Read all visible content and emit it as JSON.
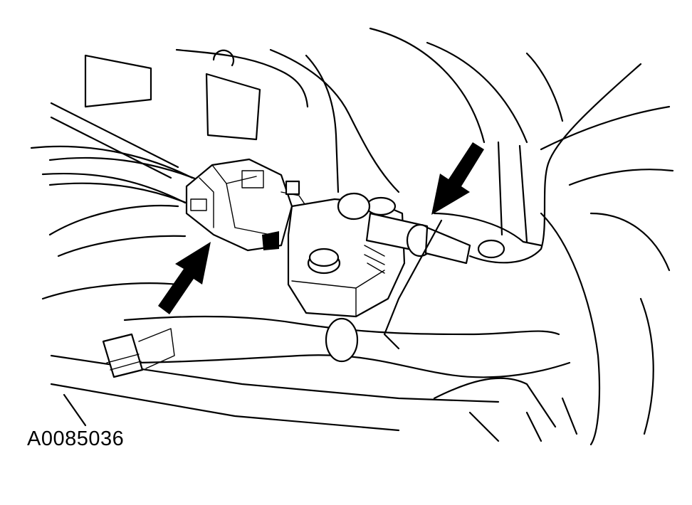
{
  "figure": {
    "reference_id": "A0085036",
    "colors": {
      "line": "#000000",
      "background": "#ffffff"
    },
    "callout_arrows": [
      {
        "name": "arrow-connector-callout",
        "icon": "arrow-up-right-icon"
      },
      {
        "name": "arrow-hose-callout",
        "icon": "arrow-down-left-icon"
      }
    ]
  }
}
